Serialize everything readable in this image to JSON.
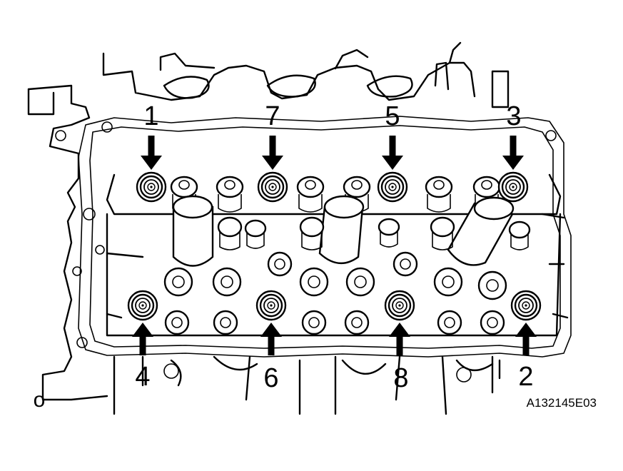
{
  "figure_code": "A132145E03",
  "corner_mark": "o",
  "bolt_labels": [
    "1",
    "7",
    "5",
    "3",
    "4",
    "6",
    "8",
    "2"
  ]
}
